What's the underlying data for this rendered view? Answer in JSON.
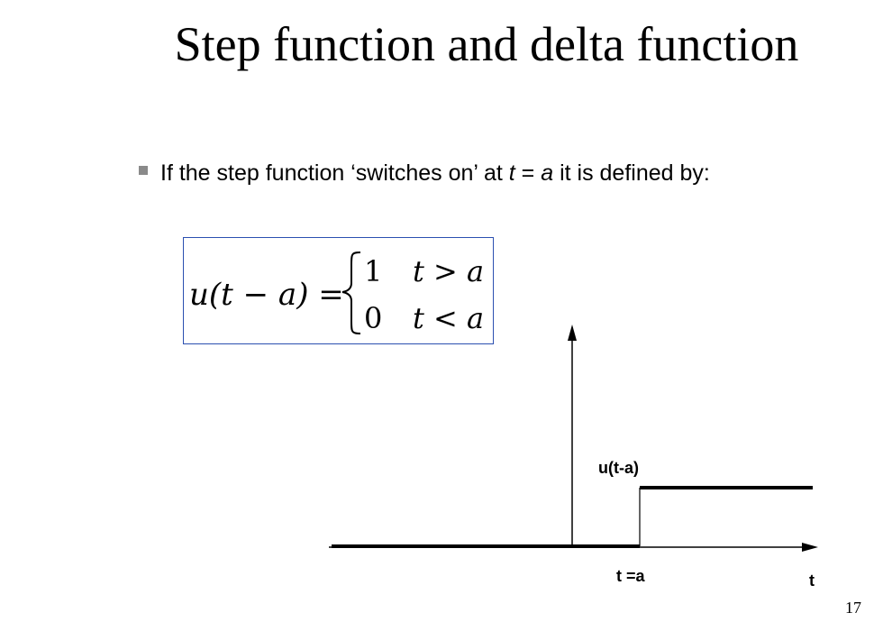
{
  "slide": {
    "title": "Step function and delta function",
    "bullet": {
      "part1": "If the step function ‘switches on’ at ",
      "var_t": "t",
      "part2": " = ",
      "var_a": "a",
      "part3": " it is defined by:"
    },
    "formula": {
      "lhs": "u(t − a) =",
      "case1_value": "1",
      "case1_condition": "t > a",
      "case2_value": "0",
      "case2_condition": "t < a"
    },
    "graph": {
      "function_label": "u(t-a)",
      "step_label": "t =a",
      "axis_label": "t"
    },
    "page_number": "17"
  }
}
